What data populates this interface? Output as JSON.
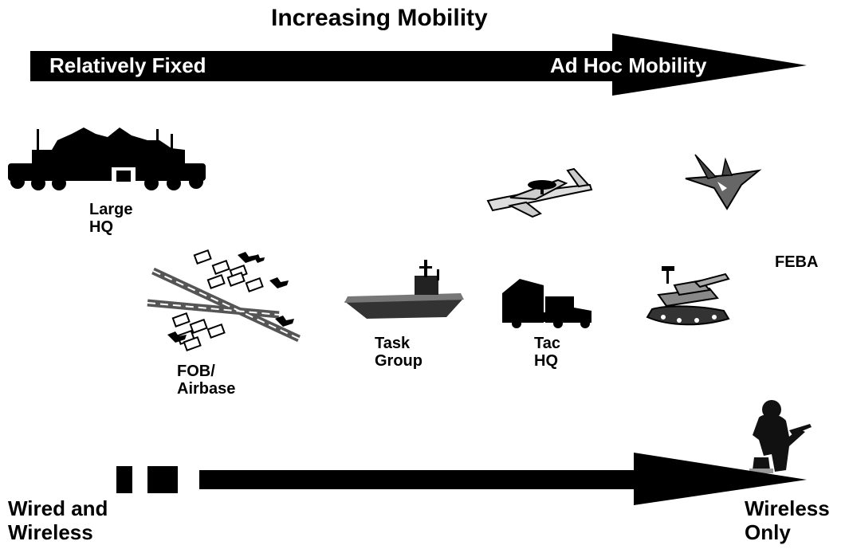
{
  "header": {
    "title": "Increasing Mobility"
  },
  "mobility_arrow": {
    "left_label": "Relatively Fixed",
    "right_label": "Ad Hoc Mobility"
  },
  "nodes": [
    {
      "id": "large-hq",
      "label": "Large\nHQ",
      "icon": "truck-convoy-icon"
    },
    {
      "id": "fob-airbase",
      "label": "FOB/\nAirbase",
      "icon": "airbase-icon"
    },
    {
      "id": "task-group",
      "label": "Task\nGroup",
      "icon": "ship-icon"
    },
    {
      "id": "tac-hq",
      "label": "Tac\nHQ",
      "icon": "truck-icon"
    },
    {
      "id": "awacs",
      "label": "",
      "icon": "awacs-plane-icon"
    },
    {
      "id": "fighter",
      "label": "",
      "icon": "fighter-jet-icon"
    },
    {
      "id": "tank",
      "label": "",
      "icon": "tank-icon"
    },
    {
      "id": "soldier",
      "label": "",
      "icon": "soldier-icon"
    },
    {
      "id": "feba",
      "label": "FEBA",
      "icon": ""
    }
  ],
  "connectivity_arrow": {
    "left_label": "Wired and\nWireless",
    "right_label": "Wireless\nOnly"
  }
}
